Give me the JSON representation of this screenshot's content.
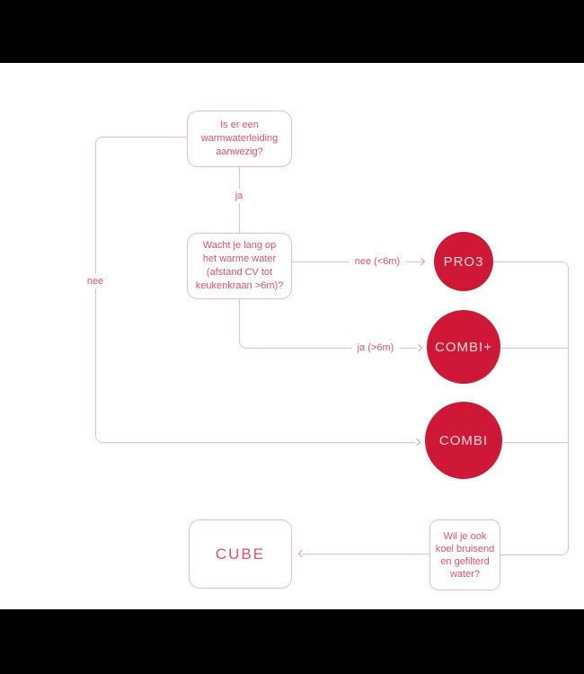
{
  "colors": {
    "background": "#ffffff",
    "letterbox": "#000000",
    "node_fill": "#cf1737",
    "node_text": "#f3d8da",
    "line": "#f3bac6",
    "arrow": "#ec94a4",
    "text": "#e25266"
  },
  "flowchart": {
    "questions": {
      "q1": "Is er een\nwarmwaterleiding\naanwezig?",
      "q2": "Wacht je lang op\nhet warme water\n(afstand CV tot\nkeukenkraan >6m)?",
      "q3": "Wil je ook\nkoel bruisend\nen gefilterd\nwater?"
    },
    "edge_labels": {
      "ja": "ja",
      "nee": "nee",
      "nee_6m": "nee (<6m)",
      "ja_6m": "ja (>6m)"
    },
    "products": {
      "pro3": "PRO3",
      "combi_plus": "COMBI+",
      "combi": "COMBI",
      "cube": "CUBE"
    }
  }
}
